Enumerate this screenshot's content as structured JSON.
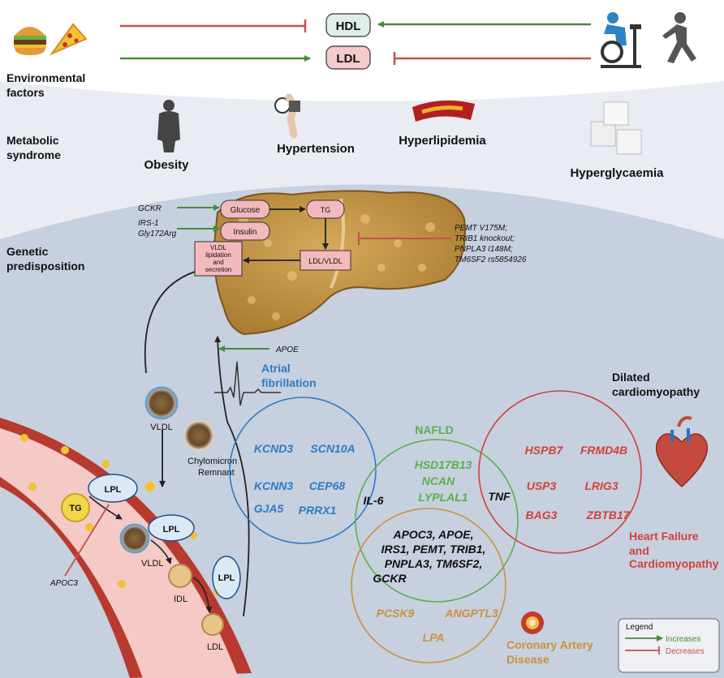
{
  "zones": {
    "environmental": "Environmental factors",
    "metabolic": "Metabolic syndrome",
    "genetic": "Genetic predisposition"
  },
  "lipids": {
    "hdl": "HDL",
    "ldl": "LDL"
  },
  "metabolic_items": {
    "obesity": "Obesity",
    "hypertension": "Hypertension",
    "hyperlipidemia": "Hyperlipidemia",
    "hyperglycaemia": "Hyperglycaemia"
  },
  "liver": {
    "glucose": "Glucose",
    "tg": "TG",
    "insulin": "Insulin",
    "ldl_vldl": "LDL/VLDL",
    "vldl_box": [
      "VLDL",
      "lipidation",
      "and",
      "secretion"
    ],
    "gckr": "GCKR",
    "irs1": [
      "IRS-1",
      "Gly172Arg"
    ],
    "variants": [
      "PEMT V175M;",
      "TRIB1 knockout;",
      "PNPLA3 I148M;",
      "TM6SF2 rs5854926"
    ],
    "apoe": "APOE"
  },
  "particles": {
    "vldl_top": "VLDL",
    "chylo": [
      "Chylomicron",
      "Remnant"
    ],
    "lpl": "LPL",
    "tg": "TG",
    "vldl": "VLDL",
    "idl": "IDL",
    "ldl": "LDL",
    "apoc3": "APOC3"
  },
  "af": {
    "title": [
      "Atrial",
      "fibrillation"
    ],
    "genes": [
      "KCND3",
      "SCN10A",
      "KCNN3",
      "CEP68",
      "GJA5",
      "PRRX1"
    ]
  },
  "nafld": {
    "title": "NAFLD",
    "genes": [
      "HSD17B13",
      "NCAN",
      "LYPLAL1"
    ]
  },
  "hf": {
    "dcm": [
      "Dilated",
      "cardiomyopathy"
    ],
    "title": [
      "Heart Failure",
      "and",
      "Cardiomyopathy"
    ],
    "genes": [
      "HSPB7",
      "FRMD4B",
      "USP3",
      "LRIG3",
      "BAG3",
      "ZBTB17"
    ]
  },
  "shared": {
    "il6": "IL-6",
    "tnf": "TNF",
    "common": [
      "APOC3, APOE,",
      "IRS1, PEMT, TRIB1,",
      "PNPLA3, TM6SF2,",
      "GCKR"
    ]
  },
  "cad": {
    "title": [
      "Coronary Artery",
      "Disease"
    ],
    "genes": [
      "PCSK9",
      "ANGPTL3",
      "LPA"
    ]
  },
  "legend": {
    "title": "Legend",
    "increases": "Increases",
    "decreases": "Decreases"
  },
  "colors": {
    "increase": "#4a8a3c",
    "decrease": "#c5504f",
    "af": "#2f7bc4",
    "nafld": "#5bb04a",
    "hf": "#d4403a",
    "cad": "#c9923a"
  }
}
